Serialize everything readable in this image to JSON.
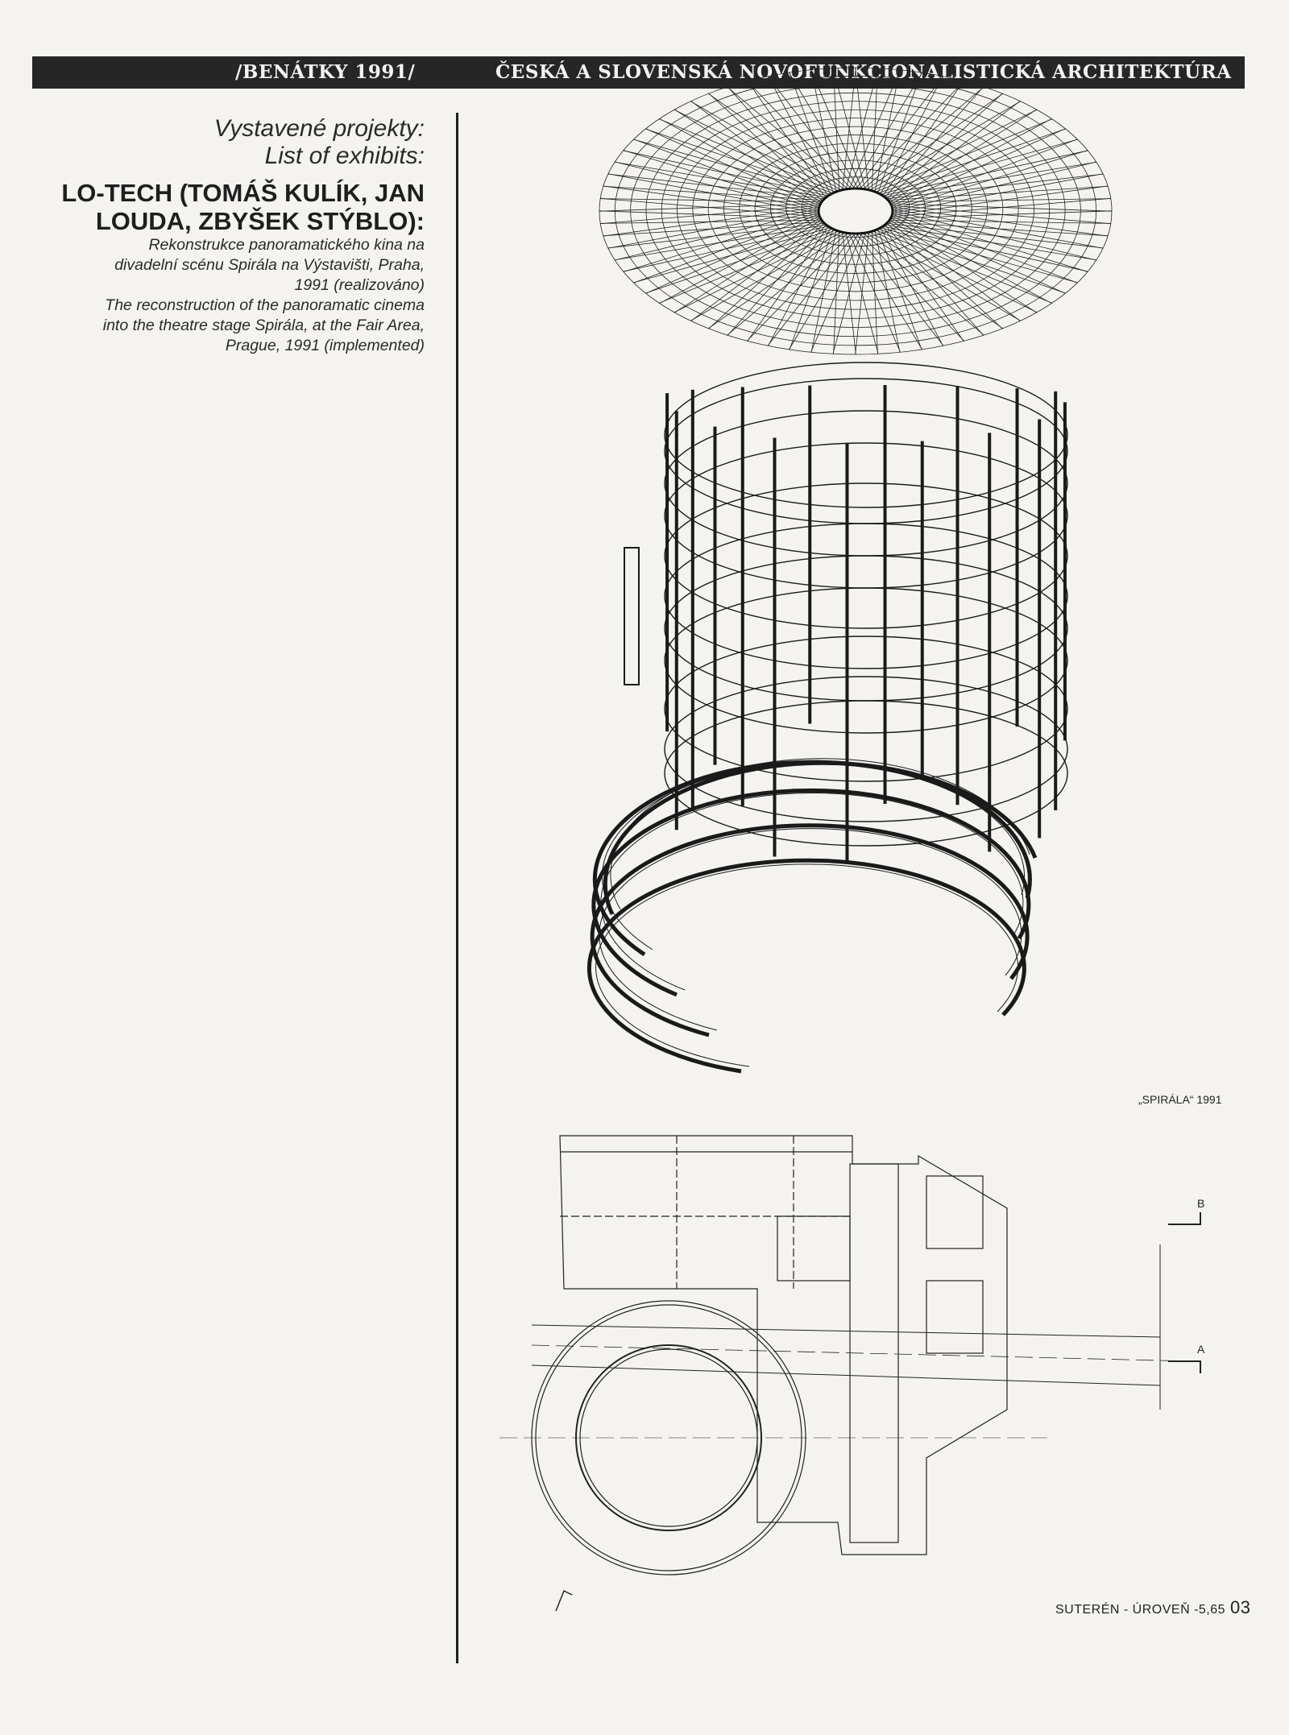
{
  "header": {
    "left": "/BENÁTKY 1991/",
    "right": "ČESKÁ A SLOVENSKÁ NOVOFUNKCIONALISTICKÁ ARCHITEKTÚRA"
  },
  "sidebar": {
    "heading_cz": "Vystavené projekty:",
    "heading_en": "List of exhibits:",
    "authors_line1": "LO-TECH (TOMÁŠ KULÍK, JAN",
    "authors_line2": "LOUDA, ZBYŠEK STÝBLO):",
    "desc_cz": [
      "Rekonstrukce panoramatického kina na",
      "divadelní scénu Spirála na Výstavišti, Praha,",
      "1991 (realizováno)"
    ],
    "desc_en": [
      "The reconstruction of the panoramatic cinema",
      "into the theatre stage Spirála, at the Fair Area,",
      "Prague, 1991 (implemented)"
    ]
  },
  "drawing": {
    "caption": "„SPIRÁLA“ 1991",
    "section_a": "A",
    "section_b": "B"
  },
  "footer": {
    "level": "SUTERÉN - ÚROVEŇ  -5,65",
    "page": "03"
  }
}
